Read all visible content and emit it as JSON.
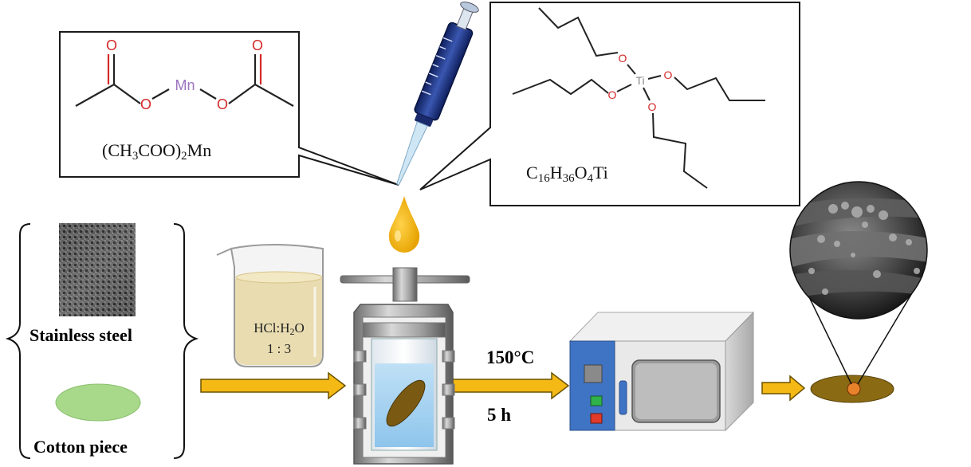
{
  "acetate": {
    "formula_prefix": "(CH",
    "formula_sub1": "3",
    "formula_mid": "COO)",
    "formula_sub2": "2",
    "formula_suffix": "Mn",
    "atom_metal": "Mn",
    "atom_oxygen": "O"
  },
  "titanate": {
    "formula_c": "C",
    "formula_c_sub": "16",
    "formula_h": "H",
    "formula_h_sub": "36",
    "formula_o": "O",
    "formula_o_sub": "4",
    "formula_ti": "Ti",
    "atom_metal": "Ti",
    "atom_oxygen": "O"
  },
  "substrates": {
    "steel_label": "Stainless steel",
    "cotton_label": "Cotton piece"
  },
  "beaker": {
    "ratio_prefix": "HCl:H",
    "ratio_sub": "2",
    "ratio_suffix": "O",
    "ratio_values": "1 : 3"
  },
  "conditions": {
    "temperature": "150°C",
    "time": "5 h"
  },
  "colors": {
    "arrow_fill": "#f5b915",
    "arrow_stroke": "#6b5200",
    "droplet": "#f5b400",
    "oxygen": "#d42a2a",
    "manganese": "#9c74bf",
    "titanium": "#888888",
    "oven_panel": "#3f73c4",
    "cotton": "#a8d88a",
    "beaker_liquid": "#e9dcb0",
    "product_disk": "#8a6a12"
  }
}
